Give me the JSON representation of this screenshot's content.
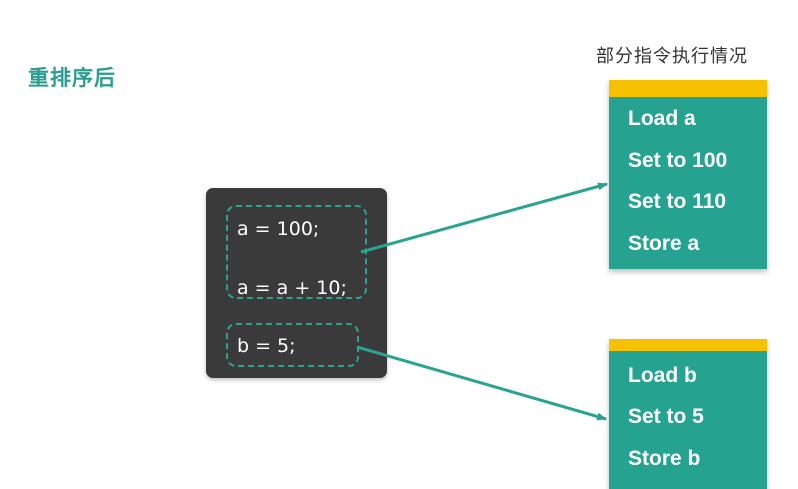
{
  "title": "重排序后",
  "subtitle": "部分指令执行情况",
  "code": {
    "lines": [
      "a = 100;",
      "a = a + 10;",
      "b = 5;"
    ]
  },
  "instructions": {
    "group_a": [
      "Load a",
      "Set to 100",
      "Set to 110",
      "Store a"
    ],
    "group_b": [
      "Load b",
      "Set to 5",
      "Store b"
    ]
  },
  "colors": {
    "accent": "#2a9d8f",
    "box_fill": "#26a390",
    "box_bar": "#f5c100",
    "code_bg": "#3a3a3a"
  }
}
